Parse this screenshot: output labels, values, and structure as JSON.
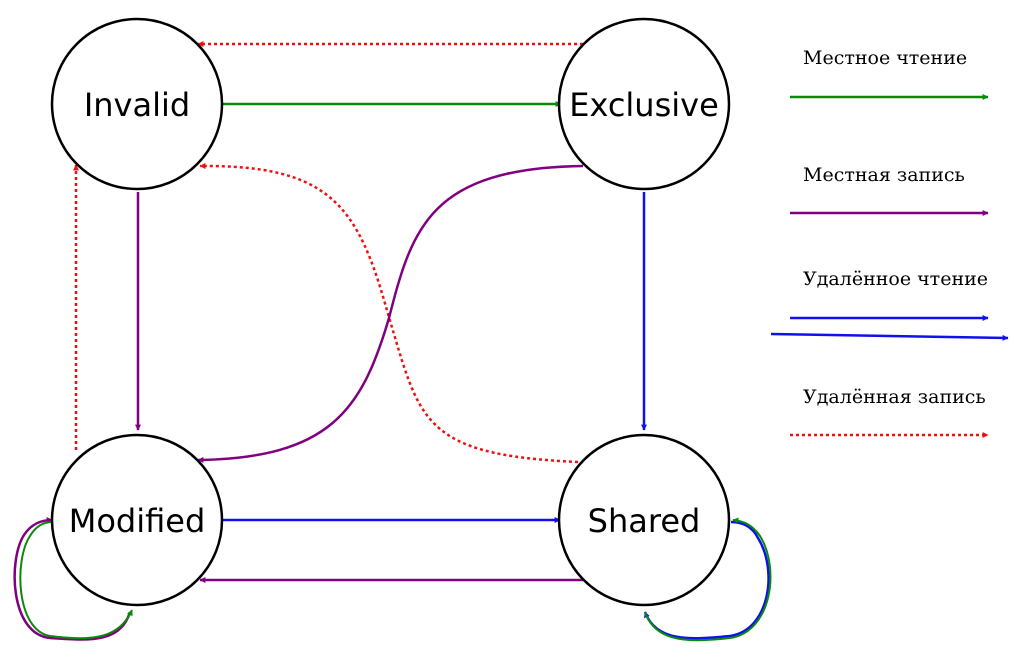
{
  "states": {
    "invalid": "Invalid",
    "exclusive": "Exclusive",
    "modified": "Modified",
    "shared": "Shared"
  },
  "legend": {
    "local_read": "Местное чтение",
    "local_write": "Местная запись",
    "remote_read": "Удалённое чтение",
    "remote_write": "Удалённая запись"
  },
  "colors": {
    "local_read": "#0a8a0a",
    "local_write": "#800080",
    "remote_read": "#1010ee",
    "remote_write": "#ee1010"
  }
}
